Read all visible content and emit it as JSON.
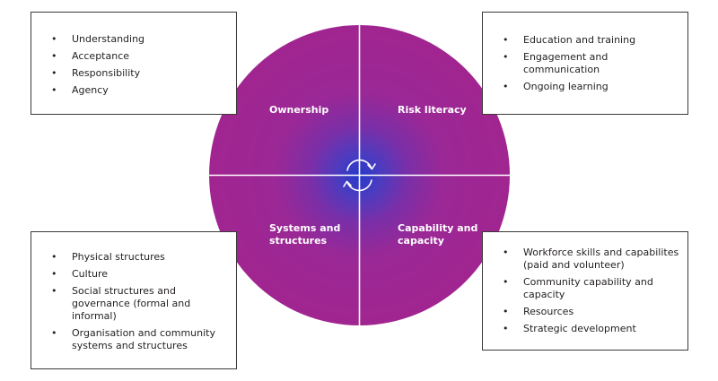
{
  "quadrants": {
    "ownership": {
      "line1": "Ownership"
    },
    "risk_literacy": {
      "line1": "Risk literacy"
    },
    "systems": {
      "line1": "Systems and",
      "line2": "structures"
    },
    "capability": {
      "line1": "Capability and",
      "line2": "capacity"
    }
  },
  "boxes": {
    "top_left": [
      "Understanding",
      "Acceptance",
      "Responsibility",
      "Agency"
    ],
    "top_right": [
      "Education and training",
      [
        "Engagement and",
        "communication"
      ],
      "Ongoing learning"
    ],
    "bottom_left": [
      "Physical structures",
      "Culture",
      [
        "Social structures and",
        "governance (formal and",
        "informal)"
      ],
      [
        "Organisation and community",
        "systems and structures"
      ]
    ],
    "bottom_right": [
      [
        "Workforce skills and capabilites",
        "(paid and volunteer)"
      ],
      [
        "Community capability and",
        "capacity"
      ],
      "Resources",
      "Strategic development"
    ]
  },
  "bullet_char": "•",
  "colors": {
    "wheel_outer": "#a12590",
    "wheel_mid": "#8a2a9e",
    "wheel_center": "#2d3fc4",
    "divider": "#ffffff"
  },
  "center_icon": "refresh-cycle-icon"
}
